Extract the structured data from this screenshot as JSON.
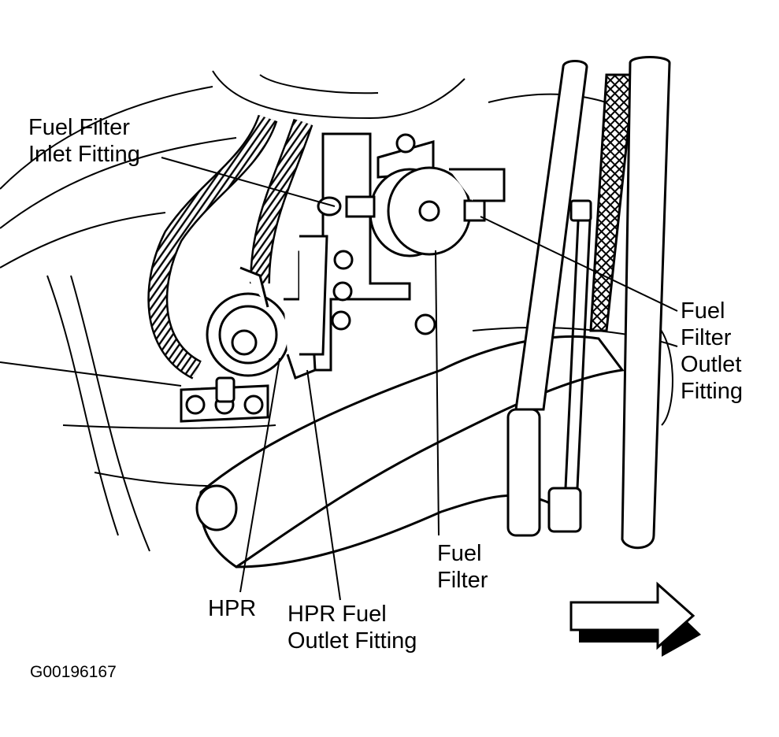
{
  "labels": {
    "fuel_filter_inlet_line1": "Fuel Filter",
    "fuel_filter_inlet_line2": "Inlet Fitting",
    "fuel_filter_outlet_line1": "Fuel",
    "fuel_filter_outlet_line2": "Filter",
    "fuel_filter_outlet_line3": "Outlet",
    "fuel_filter_outlet_line4": "Fitting",
    "fuel_filter_line1": "Fuel",
    "fuel_filter_line2": "Filter",
    "hpr": "HPR",
    "hpr_outlet_line1": "HPR Fuel",
    "hpr_outlet_line2": "Outlet Fitting"
  },
  "figure_id": "G00196167",
  "colors": {
    "ink": "#000000",
    "paper": "#ffffff"
  },
  "icons": {
    "direction_arrow": "right-arrow-icon"
  }
}
